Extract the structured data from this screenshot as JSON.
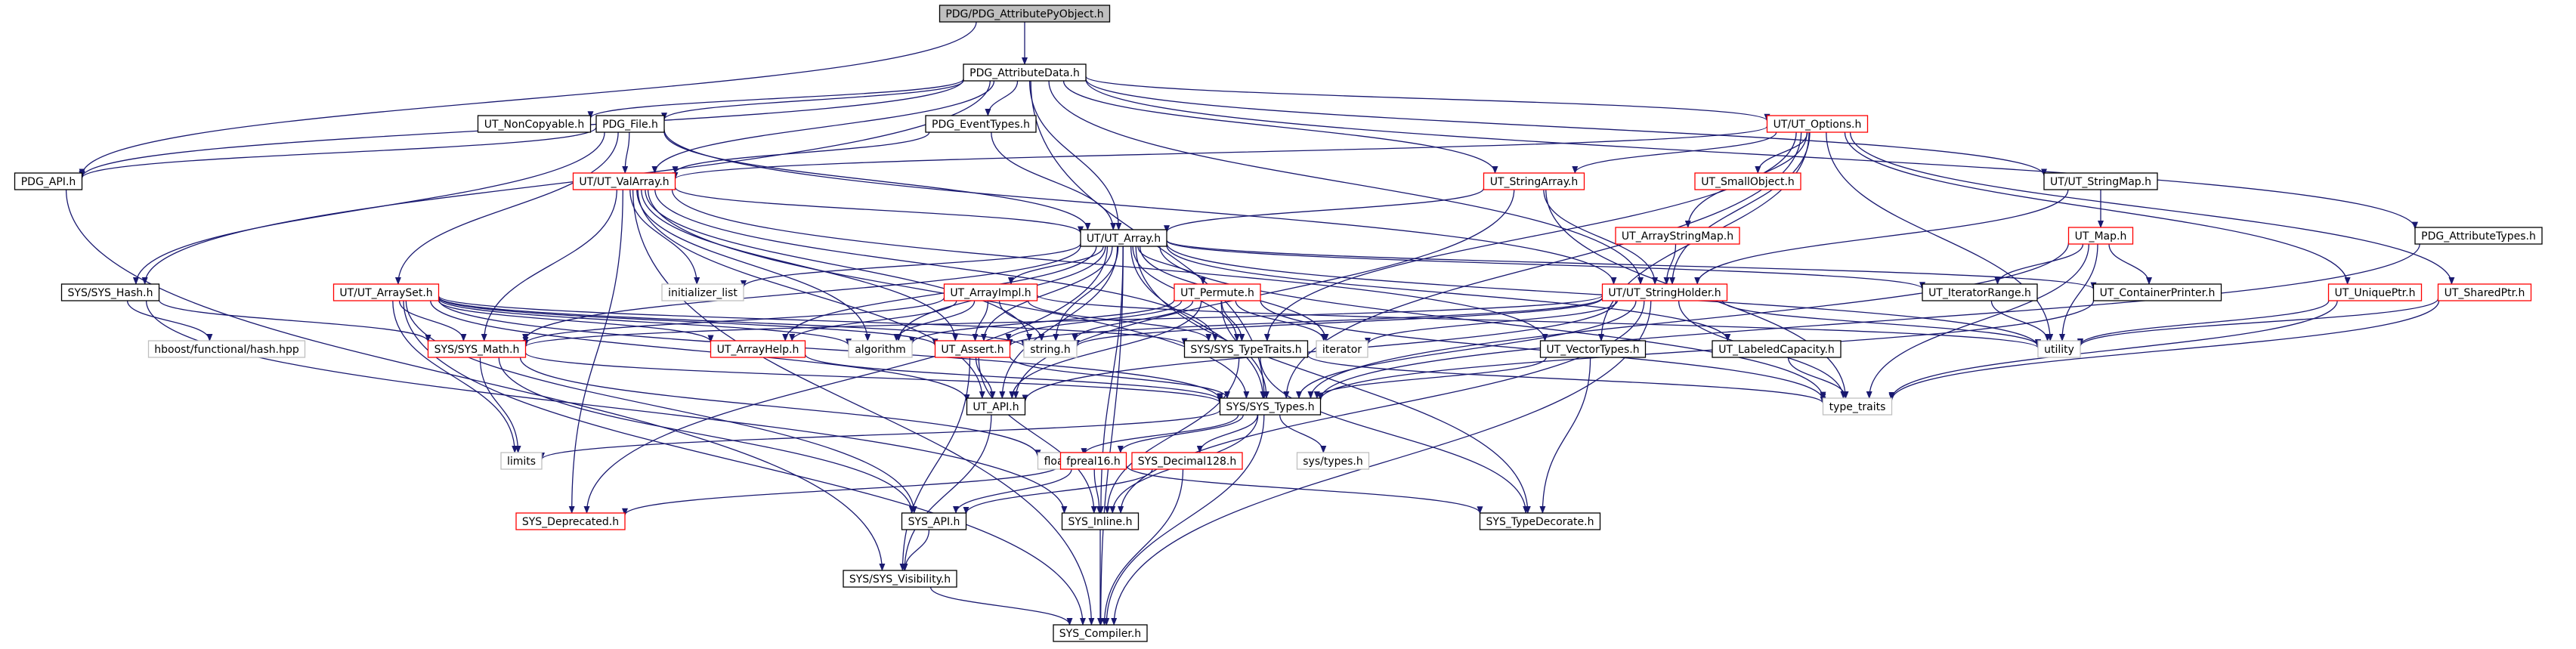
{
  "diagram": {
    "colors": {
      "edge": "#191970",
      "root_fill": "#bfbfbf",
      "box_fill": "#ffffff",
      "local_border": "#000000",
      "red_border": "#ff0000",
      "external_border": "#bfbfbf"
    },
    "nodes": [
      {
        "id": "root",
        "label": "PDG/PDG_AttributePyObject.h",
        "kind": "root"
      },
      {
        "id": "attrdata",
        "label": "PDG_AttributeData.h",
        "kind": "local"
      },
      {
        "id": "pdgapi",
        "label": "PDG_API.h",
        "kind": "local"
      },
      {
        "id": "noncopy",
        "label": "UT_NonCopyable.h",
        "kind": "local"
      },
      {
        "id": "pdgfile",
        "label": "PDG_File.h",
        "kind": "local"
      },
      {
        "id": "eventtypes",
        "label": "PDG_EventTypes.h",
        "kind": "local"
      },
      {
        "id": "options",
        "label": "UT/UT_Options.h",
        "kind": "red"
      },
      {
        "id": "valarray",
        "label": "UT/UT_ValArray.h",
        "kind": "red"
      },
      {
        "id": "stringarray",
        "label": "UT_StringArray.h",
        "kind": "red"
      },
      {
        "id": "smallobj",
        "label": "UT_SmallObject.h",
        "kind": "red"
      },
      {
        "id": "stringmap",
        "label": "UT/UT_StringMap.h",
        "kind": "local"
      },
      {
        "id": "attrtypes",
        "label": "PDG_AttributeTypes.h",
        "kind": "local"
      },
      {
        "id": "utarray",
        "label": "UT/UT_Array.h",
        "kind": "local"
      },
      {
        "id": "arraystrmap",
        "label": "UT_ArrayStringMap.h",
        "kind": "red"
      },
      {
        "id": "utmap",
        "label": "UT_Map.h",
        "kind": "red"
      },
      {
        "id": "uniqueptr",
        "label": "UT_UniquePtr.h",
        "kind": "red"
      },
      {
        "id": "sharedptr",
        "label": "UT_SharedPtr.h",
        "kind": "red"
      },
      {
        "id": "syshash",
        "label": "SYS/SYS_Hash.h",
        "kind": "local"
      },
      {
        "id": "initlist",
        "label": "initializer_list",
        "kind": "external"
      },
      {
        "id": "arrayset",
        "label": "UT/UT_ArraySet.h",
        "kind": "red"
      },
      {
        "id": "arrayimpl",
        "label": "UT_ArrayImpl.h",
        "kind": "red"
      },
      {
        "id": "permute",
        "label": "UT_Permute.h",
        "kind": "red"
      },
      {
        "id": "strholder",
        "label": "UT/UT_StringHolder.h",
        "kind": "red"
      },
      {
        "id": "iterrange",
        "label": "UT_IteratorRange.h",
        "kind": "local"
      },
      {
        "id": "contprinter",
        "label": "UT_ContainerPrinter.h",
        "kind": "local"
      },
      {
        "id": "hboost",
        "label": "hboost/functional/hash.hpp",
        "kind": "external"
      },
      {
        "id": "sysmath",
        "label": "SYS/SYS_Math.h",
        "kind": "red"
      },
      {
        "id": "algorithm",
        "label": "algorithm",
        "kind": "external"
      },
      {
        "id": "stringh",
        "label": "string.h",
        "kind": "external"
      },
      {
        "id": "arrayhelp",
        "label": "UT_ArrayHelp.h",
        "kind": "red"
      },
      {
        "id": "utassert",
        "label": "UT_Assert.h",
        "kind": "red"
      },
      {
        "id": "iterator",
        "label": "iterator",
        "kind": "external"
      },
      {
        "id": "typetraits_sys",
        "label": "SYS/SYS_TypeTraits.h",
        "kind": "local"
      },
      {
        "id": "vectortypes",
        "label": "UT_VectorTypes.h",
        "kind": "local"
      },
      {
        "id": "labeledcap",
        "label": "UT_LabeledCapacity.h",
        "kind": "local"
      },
      {
        "id": "utility",
        "label": "utility",
        "kind": "external"
      },
      {
        "id": "utapi",
        "label": "UT_API.h",
        "kind": "local"
      },
      {
        "id": "systypes",
        "label": "SYS/SYS_Types.h",
        "kind": "local"
      },
      {
        "id": "type_traits",
        "label": "type_traits",
        "kind": "external"
      },
      {
        "id": "limits",
        "label": "limits",
        "kind": "external"
      },
      {
        "id": "floath",
        "label": "float.h",
        "kind": "external"
      },
      {
        "id": "fpreal16",
        "label": "fpreal16.h",
        "kind": "red"
      },
      {
        "id": "decimal128",
        "label": "SYS_Decimal128.h",
        "kind": "red"
      },
      {
        "id": "systypesh",
        "label": "sys/types.h",
        "kind": "external"
      },
      {
        "id": "deprecated",
        "label": "SYS_Deprecated.h",
        "kind": "red"
      },
      {
        "id": "sysapi",
        "label": "SYS_API.h",
        "kind": "local"
      },
      {
        "id": "inline",
        "label": "SYS_Inline.h",
        "kind": "local"
      },
      {
        "id": "typedecorate",
        "label": "SYS_TypeDecorate.h",
        "kind": "local"
      },
      {
        "id": "visibility",
        "label": "SYS/SYS_Visibility.h",
        "kind": "local"
      },
      {
        "id": "compiler",
        "label": "SYS_Compiler.h",
        "kind": "local"
      }
    ]
  }
}
